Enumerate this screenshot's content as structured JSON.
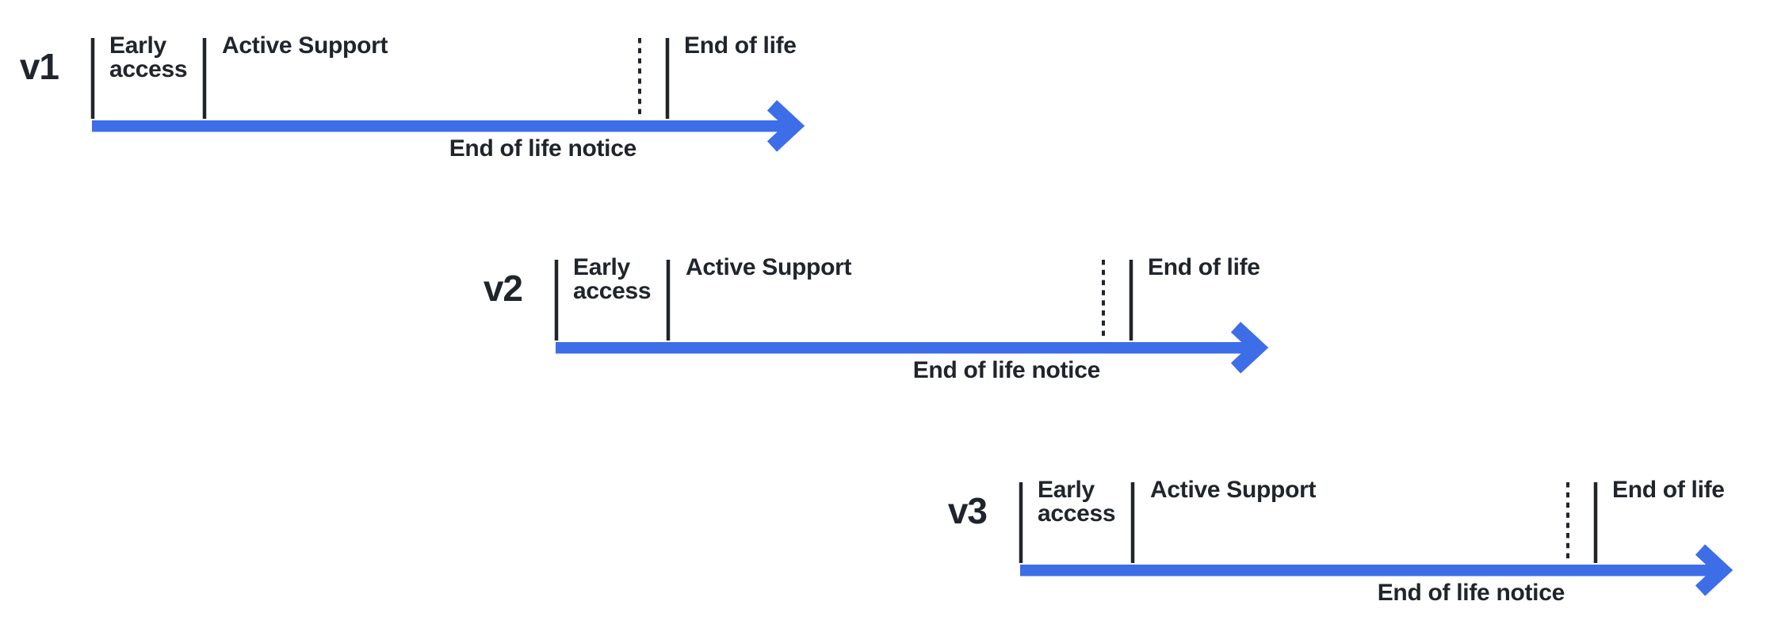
{
  "colors": {
    "accent": "#3E6DE8",
    "ink": "#20252C",
    "background": "#FFFFFF"
  },
  "timelines": [
    {
      "version": "v1",
      "early_access_label": "Early access",
      "active_support_label": "Active Support",
      "end_of_life_label": "End of life",
      "end_of_life_notice_label": "End of life notice"
    },
    {
      "version": "v2",
      "early_access_label": "Early access",
      "active_support_label": "Active Support",
      "end_of_life_label": "End of life",
      "end_of_life_notice_label": "End of life notice"
    },
    {
      "version": "v3",
      "early_access_label": "Early access",
      "active_support_label": "Active Support",
      "end_of_life_label": "End of life",
      "end_of_life_notice_label": "End of life notice"
    }
  ]
}
